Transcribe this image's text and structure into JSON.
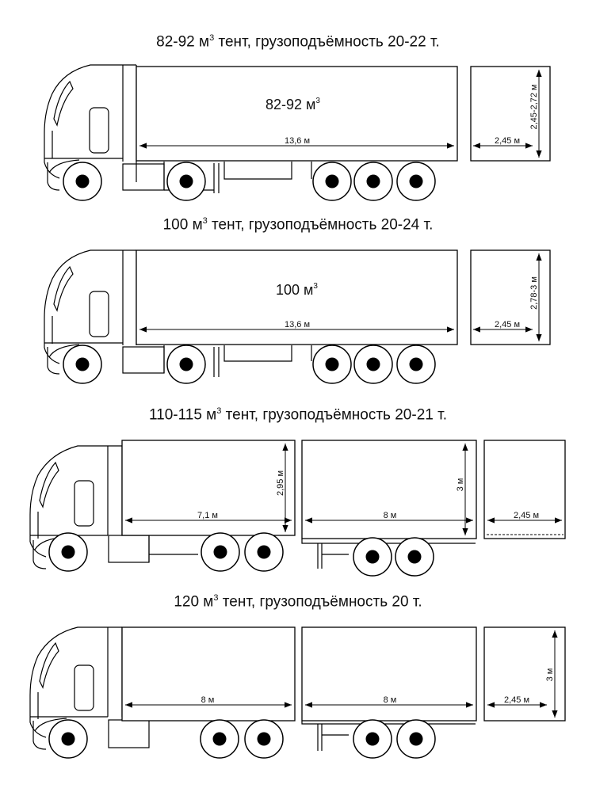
{
  "sections": [
    {
      "title_pre": "82-92 м",
      "title_sup": "3",
      "title_post": " тент, грузоподъёмность 20-22 т.",
      "volume_pre": "82-92 м",
      "volume_sup": "3",
      "length_label": "13,6 м",
      "width_label": "2,45 м",
      "height_label": "2,45-2,72 м"
    },
    {
      "title_pre": "100 м",
      "title_sup": "3",
      "title_post": " тент, грузоподъёмность 20-24 т.",
      "volume_pre": "100 м",
      "volume_sup": "3",
      "length_label": "13,6 м",
      "width_label": "2,45 м",
      "height_label": "2,78-3 м"
    },
    {
      "title_pre": "110-115 м",
      "title_sup": "3",
      "title_post": " тент, грузоподъёмность 20-21 т.",
      "truck_length_label": "7,1 м",
      "truck_height_label": "2,95 м",
      "trailer_length_label": "8 м",
      "trailer_height_label": "3 м",
      "width_label": "2,45 м"
    },
    {
      "title_pre": "120 м",
      "title_sup": "3",
      "title_post": " тент, грузоподъёмность 20 т.",
      "truck_length_label": "8 м",
      "trailer_length_label": "8 м",
      "width_label": "2,45 м",
      "height_label": "3 м"
    }
  ],
  "colors": {
    "line": "#000000",
    "background": "#ffffff",
    "wheel_hub": "#000000"
  }
}
